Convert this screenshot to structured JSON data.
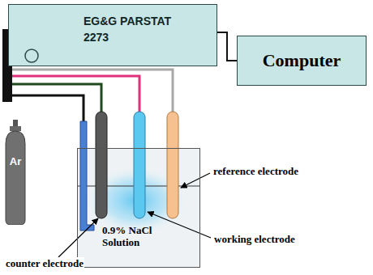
{
  "diagram": {
    "nodes": [
      {
        "text": [
          "EG&G PARSTAT 2273"
        ]
      },
      {
        "text": [
          "Computer"
        ]
      },
      {
        "text": [
          "Ar"
        ]
      },
      {
        "text": [
          "0.9% NaCl Solution"
        ]
      }
    ],
    "edges": [
      {
        "from": 0,
        "to": 1,
        "arrow": "none"
      }
    ],
    "labels": [
      "reference electrode",
      "working electrode",
      "counter electrode"
    ]
  }
}
